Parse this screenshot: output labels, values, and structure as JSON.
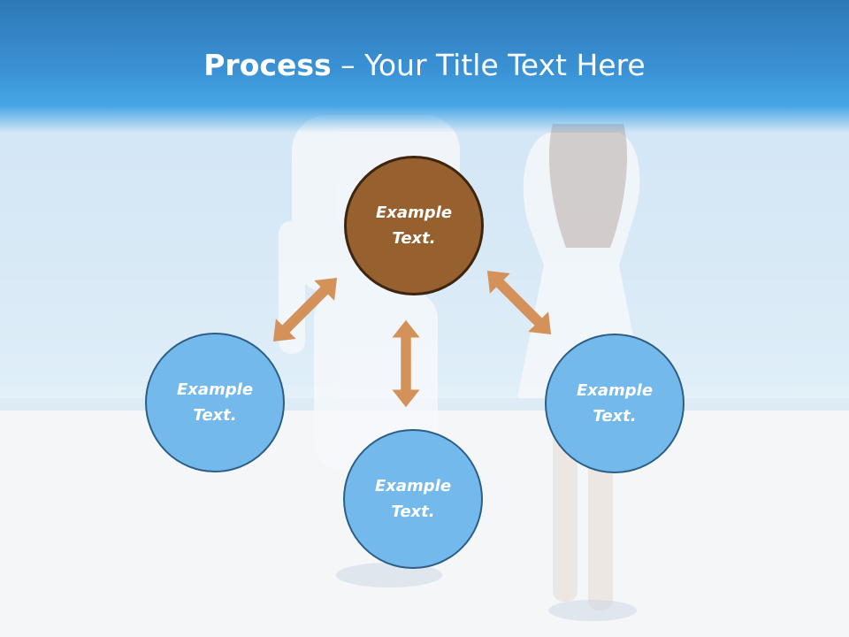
{
  "slide": {
    "title_strong": "Process",
    "title_rest": " – Your Title Text Here"
  },
  "nodes": {
    "top": "Example\nText.",
    "left": "Example\nText.",
    "bottom": "Example\nText.",
    "right": "Example\nText."
  },
  "colors": {
    "header": "#3a93d6",
    "center_fill": "#96602f",
    "outer_fill": "#74b9ec",
    "arrow": "#d4925a"
  }
}
